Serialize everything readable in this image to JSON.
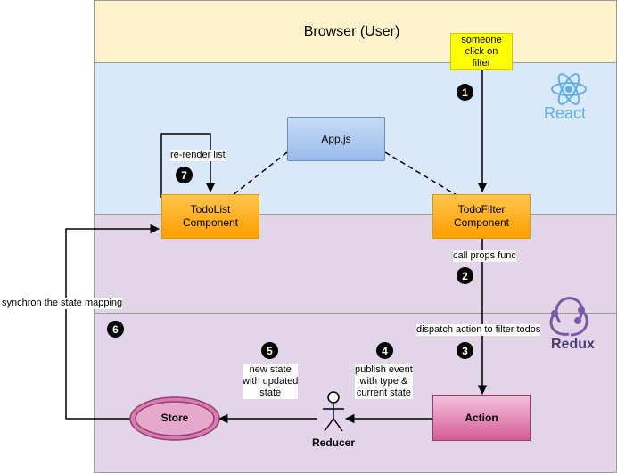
{
  "bands": {
    "browser_title": "Browser (User)"
  },
  "nodes": {
    "click_note": "someone\nclick on\nfilter",
    "appjs": "App.js",
    "todolist": "TodoList\nComponent",
    "todofilter": "TodoFilter\nComponent",
    "action": "Action",
    "store": "Store",
    "reducer": "Reducer"
  },
  "labels": {
    "rerender": "re-render list",
    "call_props": "call props func",
    "dispatch": "dispatch action to filter todos",
    "new_state": "new state\nwith updated\nstate",
    "publish": "publish event\nwith type &\ncurrent state",
    "synchron": "synchron the state mapping"
  },
  "steps": [
    "1",
    "2",
    "3",
    "4",
    "5",
    "6",
    "7"
  ],
  "logos": {
    "react": "React",
    "redux": "Redux"
  },
  "colors": {
    "browser_band": "#fff2cc",
    "react_band": "#dae8fc",
    "redux_band": "#e1d5e7",
    "component": "#ffa500",
    "appjs": "#b5cdf0",
    "action": "#d35d95",
    "store": "#d77eb0",
    "note": "#ffff00",
    "react_logo": "#61b1e0",
    "redux_logo": "#7a5aa8"
  }
}
